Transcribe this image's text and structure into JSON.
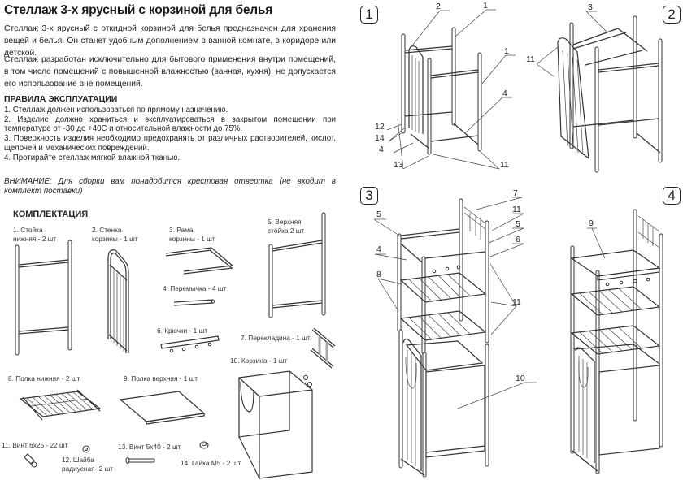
{
  "title": "Стеллаж 3-х ярусный с корзиной для белья",
  "intro": [
    "Стеллаж 3-х ярусный с откидной корзиной для белья предназначен для хранения вещей и белья. Он станет удобным дополнением в ванной комнате, в коридоре или детской.",
    "Стеллаж разработан исключительно для бытового применения внутри помещений, в том числе помещений с повышенной влажностью (ванная, кухня), не допускается его использование вне помещений."
  ],
  "rules": {
    "heading": "ПРАВИЛА ЭКСПЛУАТАЦИИ",
    "items": [
      "1. Стеллаж должен использоваться по прямому назначению.",
      "2. Изделие должно храниться и эксплуатироваться в закрытом помещении при температуре от -30 до +40С и относительной влажности до 75%.",
      "3. Поверхность изделия необходимо предохранять от различных растворителей, кислот, щелочей и механических повреждений.",
      "4. Протирайте стеллаж мягкой влажной тканью."
    ]
  },
  "warning": "ВНИМАНИЕ: Для сборки вам понадобится крестовая отвертка (не входит в комплект поставки)",
  "kit": {
    "heading": "КОМПЛЕКТАЦИЯ",
    "parts": [
      {
        "line1": "1. Стойка",
        "line2": "нижняя - 2 шт"
      },
      {
        "line1": "2. Стенка",
        "line2": "корзины - 1 шт"
      },
      {
        "line1": "3. Рама",
        "line2": "корзины - 1 шт"
      },
      {
        "line1": "4. Перемычка - 4 шт",
        "line2": ""
      },
      {
        "line1": "5. Верхняя",
        "line2": "стойка 2 шт"
      },
      {
        "line1": "6. Крючки - 1 шт",
        "line2": ""
      },
      {
        "line1": "7. Перекладина - 1 шт",
        "line2": ""
      },
      {
        "line1": "8. Полка нижняя - 2 шт",
        "line2": ""
      },
      {
        "line1": "9. Полка верхняя - 1 шт",
        "line2": ""
      },
      {
        "line1": "10. Корзина - 1 шт",
        "line2": ""
      },
      {
        "line1": "11. Винт 6х25 - 22 шт",
        "line2": ""
      },
      {
        "line1": "12. Шайба",
        "line2": "радиусная- 2 шт"
      },
      {
        "line1": "13. Винт 5х40 - 2 шт",
        "line2": ""
      },
      {
        "line1": "14. Гайка М5 - 2 шт",
        "line2": ""
      }
    ]
  },
  "steps": [
    {
      "number": "1",
      "callouts": [
        "2",
        "1",
        "1",
        "4",
        "12",
        "14",
        "4",
        "13",
        "11"
      ]
    },
    {
      "number": "2",
      "callouts": [
        "3",
        "11"
      ]
    },
    {
      "number": "3",
      "callouts": [
        "7",
        "11",
        "5",
        "5",
        "6",
        "4",
        "8",
        "11"
      ]
    },
    {
      "number": "4",
      "callouts": [
        "9"
      ]
    }
  ],
  "step3_extra": {
    "callout": "10"
  }
}
